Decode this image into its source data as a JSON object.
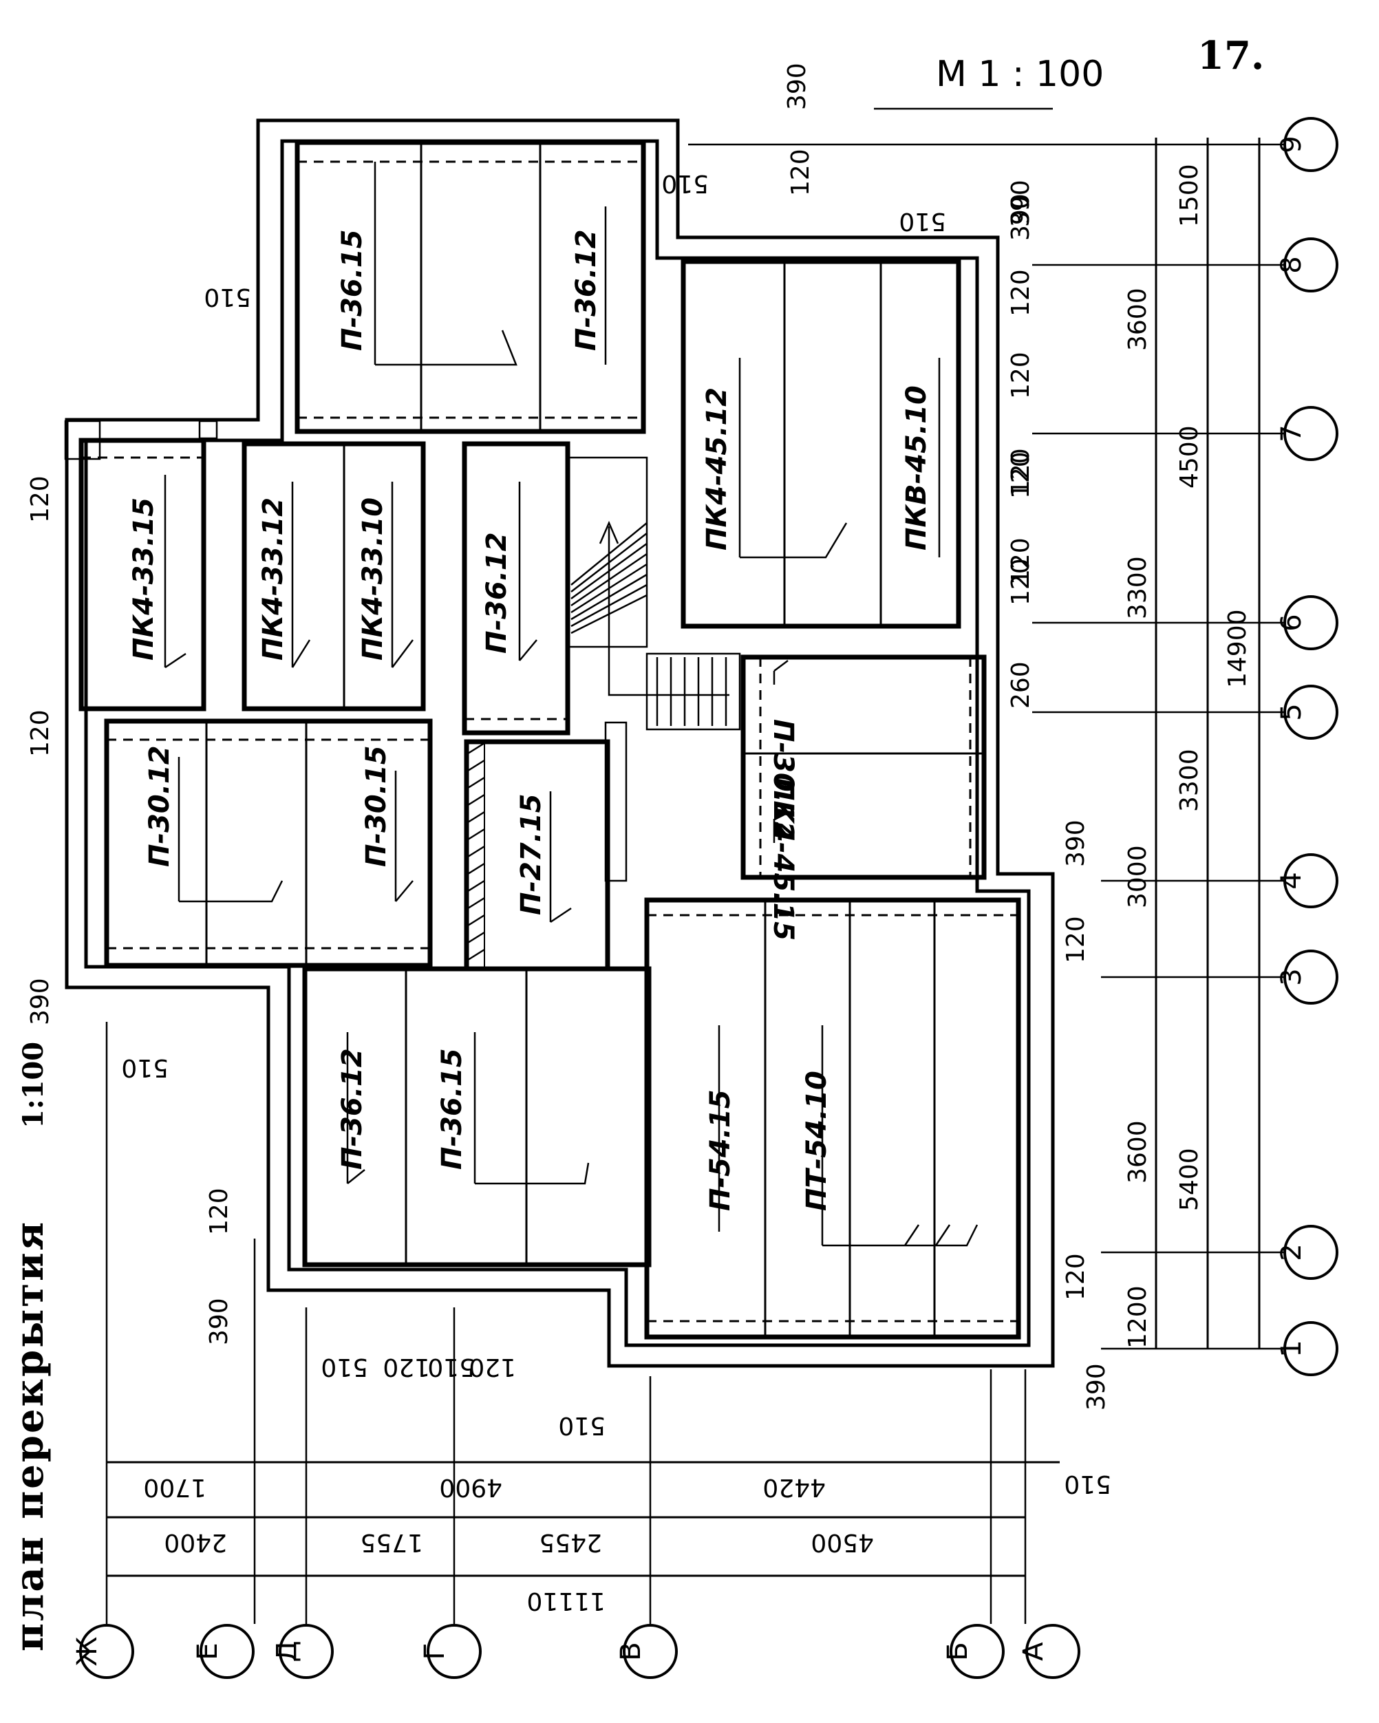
{
  "title": "план перекрытия",
  "title_scale": "1:100",
  "scale": "М 1 : 100",
  "sheet": "17.",
  "axes_letters": [
    "Ж",
    "Е",
    "Д",
    "Г",
    "В",
    "Б",
    "А"
  ],
  "axes_numbers": [
    "1",
    "2",
    "3",
    "4",
    "5",
    "6",
    "7",
    "8",
    "9"
  ],
  "slabs": [
    "П-36.15",
    "П-36.12",
    "ПК4-45.12",
    "ПКВ-45.10",
    "ПК4-33.15",
    "ПК4-33.12",
    "ПК4-33.10",
    "П-36.12",
    "П-30.12",
    "П-30.15",
    "П-27.15",
    "П-30.12",
    "ПК4-45.15",
    "П-36.12",
    "П-36.15",
    "П-54.15",
    "ПТ-54.10"
  ],
  "dims_horizontal": {
    "overall": "11110",
    "row1": [
      "2400",
      "1755",
      "2455",
      "4500"
    ],
    "row2": [
      "1700",
      "4900",
      "4420"
    ],
    "misc": [
      "510",
      "390",
      "120",
      "510",
      "120",
      "510",
      "120",
      "510",
      "390",
      "510"
    ]
  },
  "dims_vertical": {
    "overall": "14900",
    "row1": [
      "5400",
      "4500",
      "1500"
    ],
    "row2": [
      "1200",
      "3600",
      "3000",
      "3300",
      "3300",
      "3600"
    ],
    "misc": [
      "120",
      "390",
      "120",
      "120",
      "120",
      "120",
      "260",
      "120",
      "120",
      "120",
      "390",
      "120",
      "390",
      "510",
      "510",
      "390",
      "120",
      "510",
      "120",
      "390"
    ]
  }
}
